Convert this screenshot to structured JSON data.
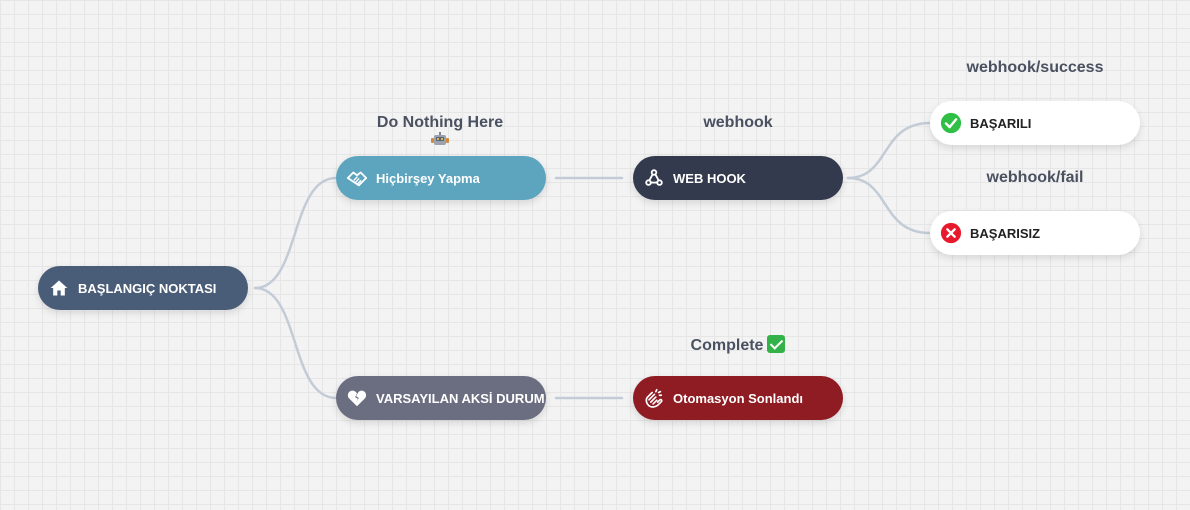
{
  "nodes": {
    "start": {
      "label": "BAŞLANGIÇ NOKTASI",
      "color": "#4a5d78",
      "icon": "home-icon"
    },
    "do_nothing": {
      "label": "Hiçbirşey Yapma",
      "color": "#5da5bf",
      "icon": "handshake-icon"
    },
    "webhook": {
      "label": "WEB HOOK",
      "color": "#343a4e",
      "icon": "webhook-icon"
    },
    "success": {
      "label": "BAŞARILI",
      "color": "#ffffff",
      "icon": "check-circle-icon"
    },
    "fail": {
      "label": "BAŞARISIZ",
      "color": "#ffffff",
      "icon": "x-circle-icon"
    },
    "default": {
      "label": "VARSAYILAN AKSİ DURUM",
      "color": "#6b6e80",
      "icon": "broken-heart-icon"
    },
    "end": {
      "label": "Otomasyon Sonlandı",
      "color": "#8f1c22",
      "icon": "clap-icon"
    }
  },
  "labels": {
    "do_nothing": "Do Nothing Here",
    "webhook": "webhook",
    "success": "webhook/success",
    "fail": "webhook/fail",
    "complete": "Complete"
  }
}
